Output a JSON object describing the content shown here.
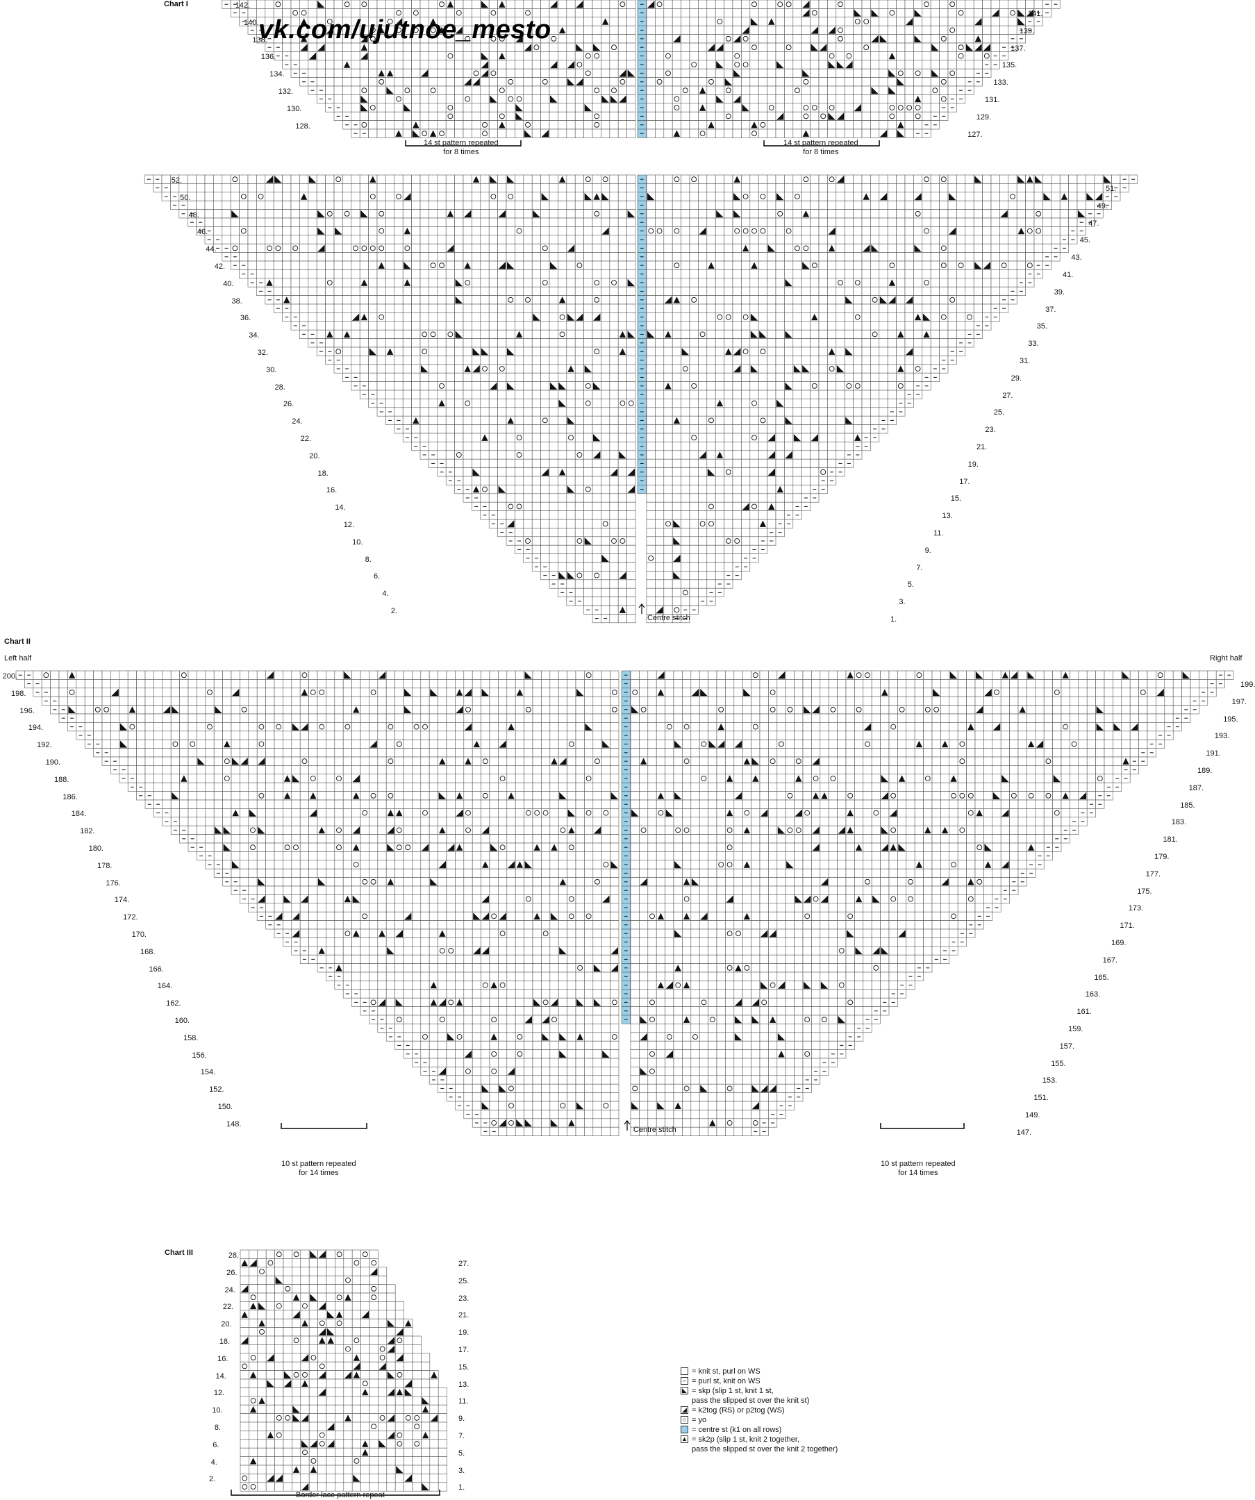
{
  "charts": {
    "chart1": {
      "title": "Chart I",
      "repeat_note_left": "14 st pattern repeated\nfor 8 times",
      "repeat_note_right": "14 st pattern repeated\nfor 8 times",
      "centre_label": "Centre stitch"
    },
    "chart2": {
      "title": "Chart II",
      "left_half": "Left half",
      "right_half": "Right half",
      "repeat_note_left": "10 st pattern repeated\nfor 14 times",
      "repeat_note_right": "10 st pattern repeated\nfor 14 times",
      "centre_label": "Centre stitch"
    },
    "chart3": {
      "title": "Chart III",
      "repeat_label": "Border lace pattern repeat"
    }
  },
  "watermark": "vk.com/ujutnoe_mesto",
  "row_numbers": {
    "c1_top_left": [
      "142.",
      "140.",
      "138.",
      "136.",
      "134.",
      "132.",
      "130.",
      "128."
    ],
    "c1_top_right": [
      "141.",
      "139.",
      "137.",
      "135.",
      "133.",
      "131.",
      "129.",
      "127."
    ],
    "c1_main_left": [
      "52.",
      "50.",
      "48.",
      "46.",
      "44.",
      "42.",
      "40.",
      "38.",
      "36.",
      "34.",
      "32.",
      "30.",
      "28.",
      "26.",
      "24.",
      "22.",
      "20.",
      "18.",
      "16.",
      "14.",
      "12.",
      "10.",
      "8.",
      "6.",
      "4.",
      "2."
    ],
    "c1_main_right": [
      "51.",
      "49.",
      "47.",
      "45.",
      "43.",
      "41.",
      "39.",
      "37.",
      "35.",
      "33.",
      "31.",
      "29.",
      "27.",
      "25.",
      "23.",
      "21.",
      "19.",
      "17.",
      "15.",
      "13.",
      "11.",
      "9.",
      "7.",
      "5.",
      "3.",
      "1."
    ],
    "c2_left": [
      "200.",
      "198.",
      "196.",
      "194.",
      "192.",
      "190.",
      "188.",
      "186.",
      "184.",
      "182.",
      "180.",
      "178.",
      "176.",
      "174.",
      "172.",
      "170.",
      "168.",
      "166.",
      "164.",
      "162.",
      "160.",
      "158.",
      "156.",
      "154.",
      "152.",
      "150.",
      "148."
    ],
    "c2_right": [
      "199.",
      "197.",
      "195.",
      "193.",
      "191.",
      "189.",
      "187.",
      "185.",
      "183.",
      "181.",
      "179.",
      "177.",
      "175.",
      "173.",
      "171.",
      "169.",
      "167.",
      "165.",
      "163.",
      "161.",
      "159.",
      "157.",
      "155.",
      "153.",
      "151.",
      "149.",
      "147."
    ],
    "c3_left": [
      "28.",
      "26.",
      "24.",
      "22.",
      "20.",
      "18.",
      "16.",
      "14.",
      "12.",
      "10.",
      "8.",
      "6.",
      "4.",
      "2."
    ],
    "c3_right": [
      "27.",
      "25.",
      "23.",
      "21.",
      "19.",
      "17.",
      "15.",
      "13.",
      "11.",
      "9.",
      "7.",
      "5.",
      "3.",
      "1."
    ]
  },
  "legend": [
    {
      "symbol": "knit",
      "text": "= knit st, purl on WS"
    },
    {
      "symbol": "purl",
      "text": "= purl st, knit on WS"
    },
    {
      "symbol": "skp",
      "text": "= skp (slip 1 st, knit 1 st,",
      "text2": "pass the slipped st over the knit st)"
    },
    {
      "symbol": "k2tog",
      "text": "= k2tog (RS) or p2tog (WS)"
    },
    {
      "symbol": "yo",
      "text": "= yo"
    },
    {
      "symbol": "centre",
      "text": "= centre st (k1 on all rows)"
    },
    {
      "symbol": "sk2p",
      "text": "= sk2p (slip 1 st, knit 2 together,",
      "text2": "pass the slipped st over the knit 2 together)"
    }
  ],
  "colors": {
    "centre_stitch": "#9bd0ea",
    "grid_line": "#555555",
    "symbol": "#111111"
  }
}
